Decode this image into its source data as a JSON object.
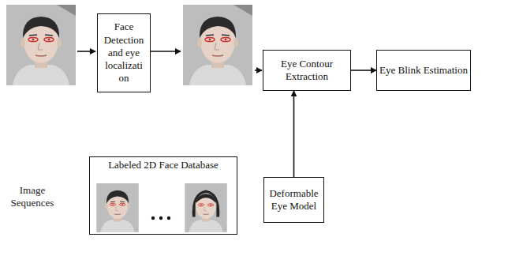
{
  "diagram": {
    "nodes": [
      {
        "text": [
          "Face Detection and eye localizati on"
        ]
      },
      {
        "text": [
          "Eye Contour Extraction"
        ]
      },
      {
        "text": [
          "Eye Blink Estimation"
        ]
      },
      {
        "text": [
          "Labeled 2D Face Database"
        ]
      },
      {
        "text": [
          "Deformable Eye Model"
        ]
      }
    ],
    "edges": [
      {
        "from": 1,
        "to": 2,
        "arrow": "to"
      },
      {
        "from": 4,
        "to": 1,
        "arrow": "to"
      }
    ],
    "labels": [
      "Image Sequences"
    ]
  }
}
